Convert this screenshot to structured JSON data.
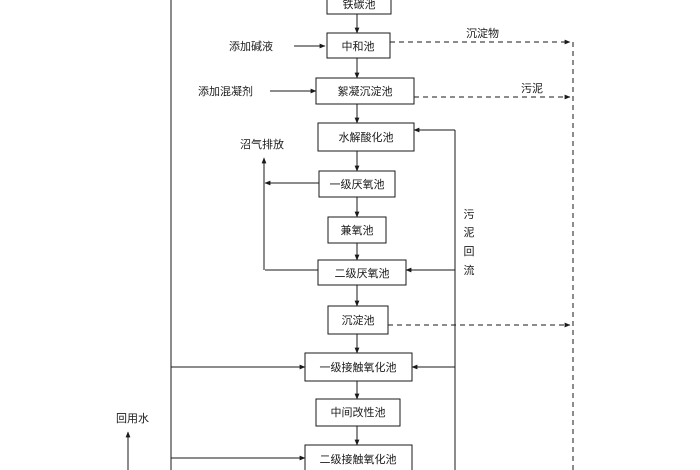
{
  "boxes": {
    "top": "铁碳池",
    "neutral": "中和池",
    "floc": "絮凝沉淀池",
    "hydro": "水解酸化池",
    "ana1": "一级厌氧池",
    "anox": "兼氧池",
    "ana2": "二级厌氧池",
    "sed": "沉淀池",
    "cont1": "一级接触氧化池",
    "mid": "中间改性池",
    "cont2": "二级接触氧化池"
  },
  "labels": {
    "alkali": "添加碱液",
    "coag": "添加混凝剂",
    "precip": "沉淀物",
    "sludge": "污泥",
    "biogas": "沼气排放",
    "return_sludge": [
      "污",
      "泥",
      "回",
      "流"
    ],
    "reuse": "回用水"
  }
}
